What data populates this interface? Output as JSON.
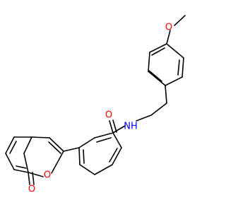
{
  "molecule": {
    "atoms": [
      {
        "id": "O_methoxy",
        "symbol": "O",
        "color": "#ff0000"
      },
      {
        "id": "N_amide",
        "symbol": "NH",
        "color": "#0000ff"
      },
      {
        "id": "O_amide",
        "symbol": "O",
        "color": "#ff0000"
      },
      {
        "id": "O_ring",
        "symbol": "O",
        "color": "#ff0000"
      },
      {
        "id": "O_lactone",
        "symbol": "O",
        "color": "#ff0000"
      }
    ]
  }
}
